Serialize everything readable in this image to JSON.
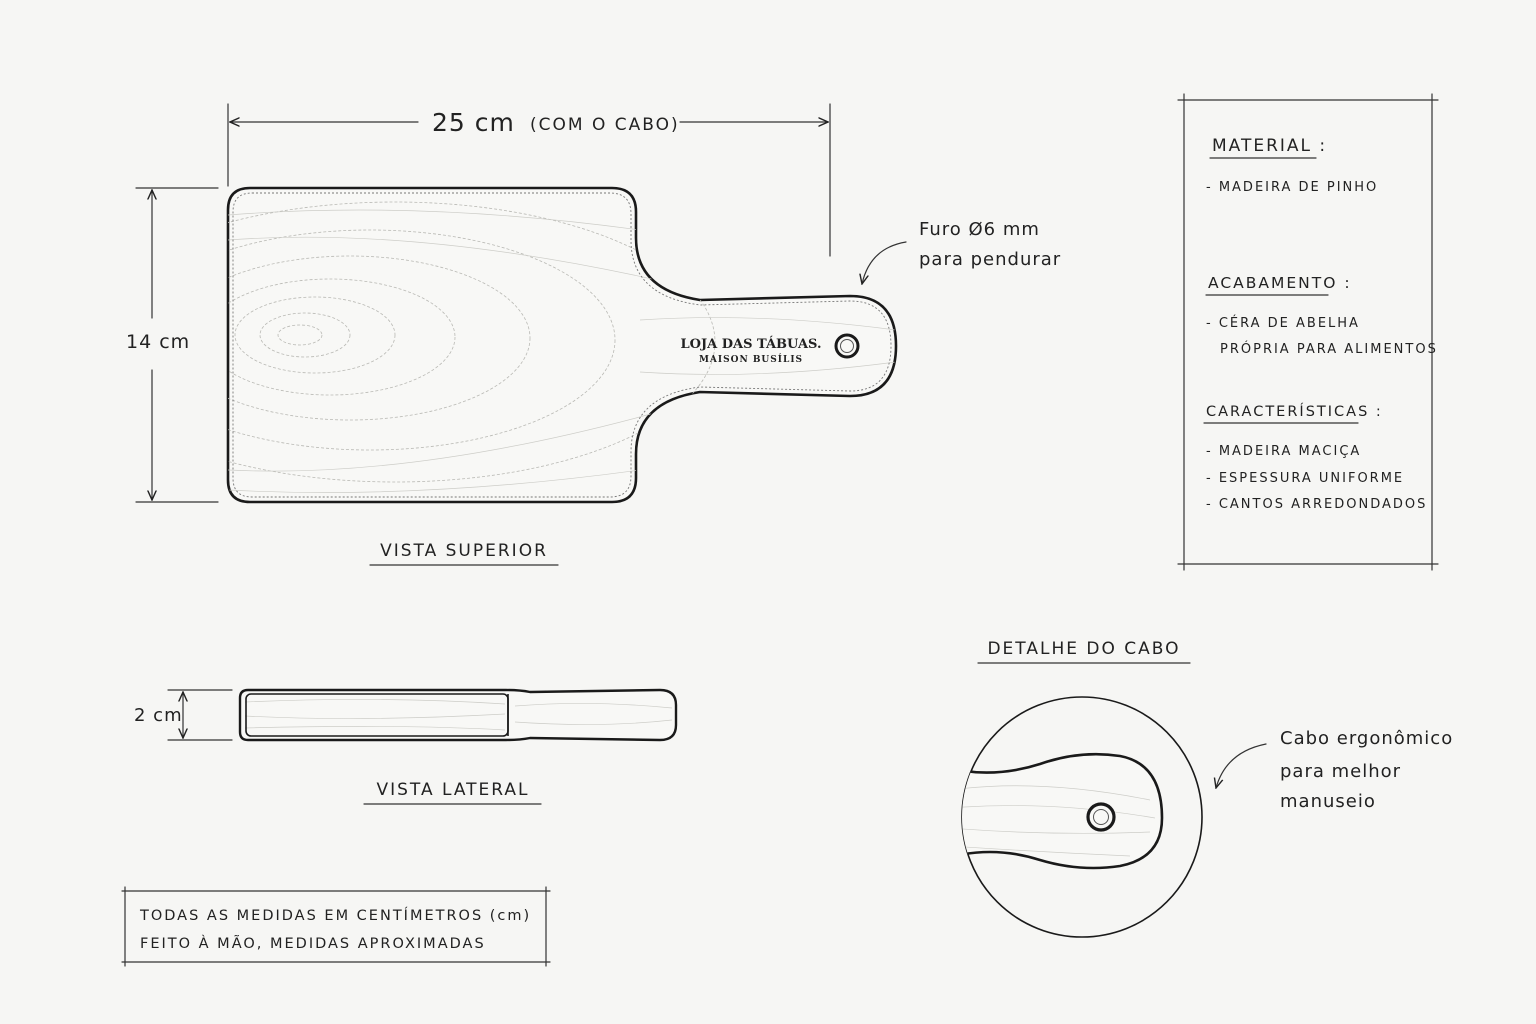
{
  "top_view": {
    "width_value": "25 cm",
    "width_note": "(COM O CABO)",
    "height_value": "14 cm",
    "brand_name": "LOJA DAS TÁBUAS.",
    "brand_sub": "MAISON BUSÍLIS",
    "hole_note_line1": "Furo Ø6 mm",
    "hole_note_line2": "para pendurar",
    "title": "VISTA SUPERIOR"
  },
  "side_view": {
    "thickness_value": "2 cm",
    "title": "VISTA LATERAL"
  },
  "spec_panel": {
    "material_heading": "MATERIAL :",
    "material_items": [
      "- MADEIRA DE PINHO"
    ],
    "finish_heading": "ACABAMENTO :",
    "finish_items": [
      "- CÉRA DE ABELHA",
      "PRÓPRIA PARA ALIMENTOS"
    ],
    "features_heading": "CARACTERÍSTICAS :",
    "features_items": [
      "- MADEIRA MACIÇA",
      "- ESPESSURA UNIFORME",
      "- CANTOS ARREDONDADOS"
    ]
  },
  "detail_view": {
    "title": "DETALHE DO CABO",
    "note_line1": "Cabo ergonômico",
    "note_line2": "para melhor",
    "note_line3": "manuseio"
  },
  "notes_box": {
    "line1": "TODAS AS MEDIDAS EM CENTÍMETROS (cm)",
    "line2": "FEITO À MÃO, MEDIDAS APROXIMADAS"
  },
  "colors": {
    "ink": "#222222",
    "paper": "#f6f6f4",
    "grain": "#b9b9b4"
  }
}
